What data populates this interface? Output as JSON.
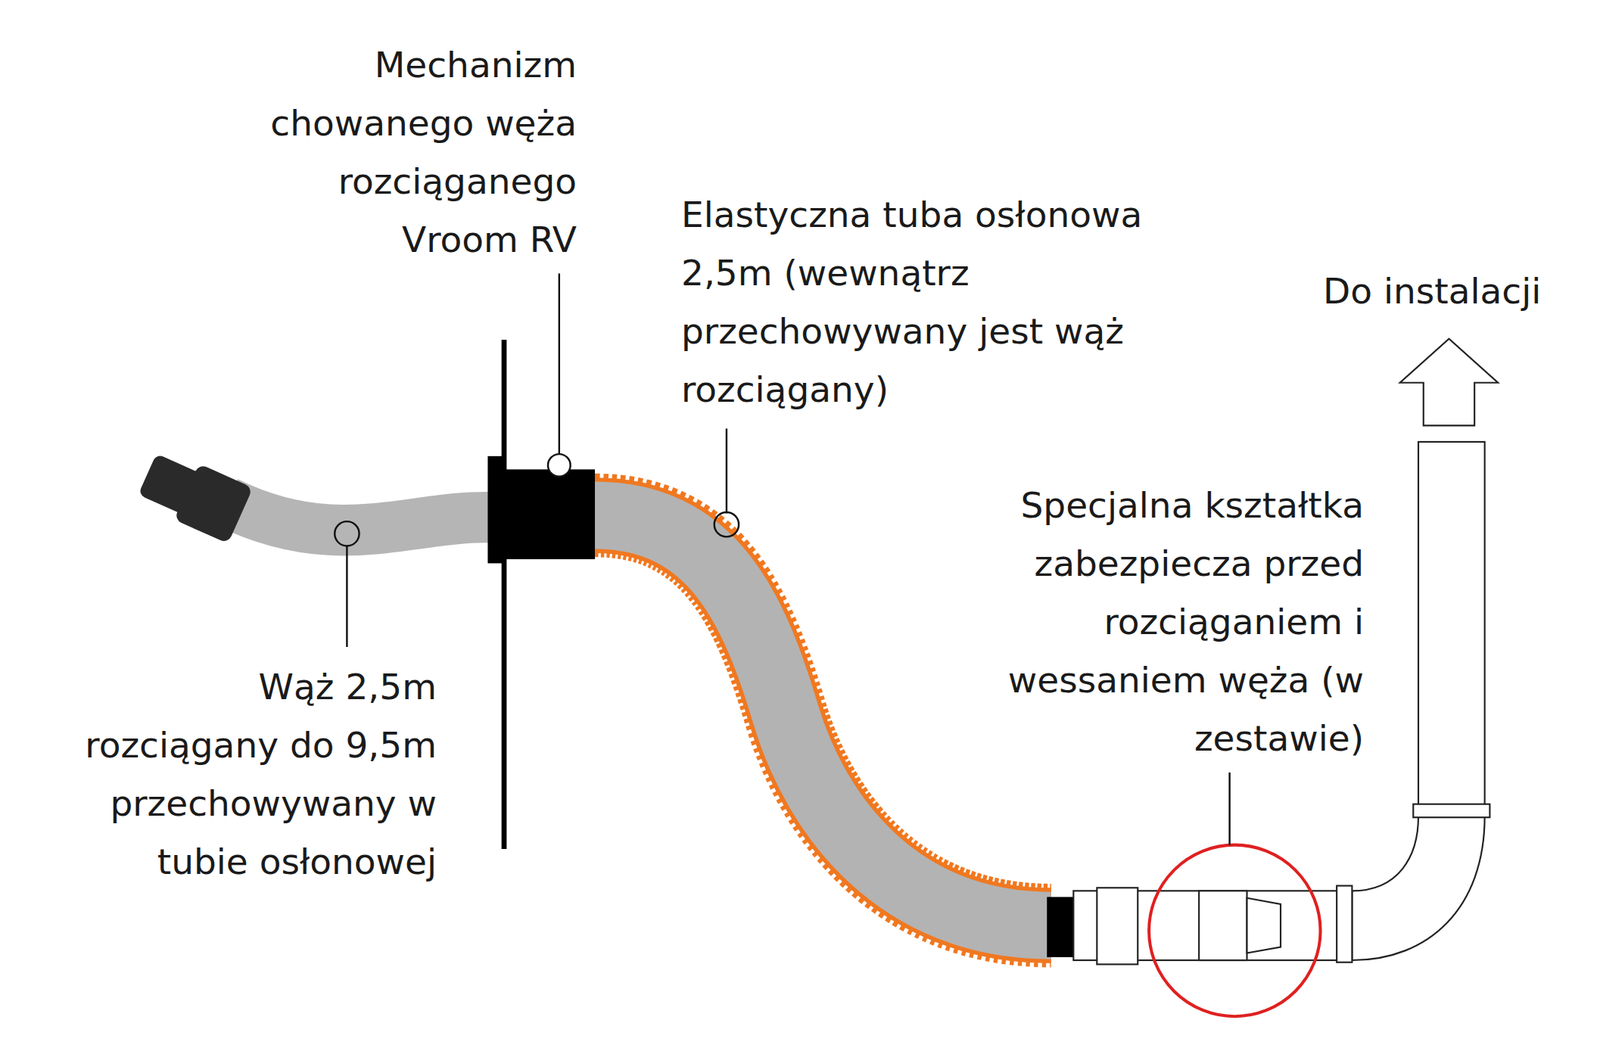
{
  "diagram": {
    "labels": [
      "Mechanizm chowanego węża rozciąganego Vroom RV",
      "Elastyczna tuba osłonowa 2,5m (wewnątrz przechowywany jest wąż rozciągany)",
      "Do instalacji",
      "Specjalna kształtka zabezpiecza przed rozciąganiem i wessaniem węża (w zestawie)",
      "Wąż 2,5m rozciągany do 9,5m przechowywany w tubie osłonowej"
    ]
  }
}
